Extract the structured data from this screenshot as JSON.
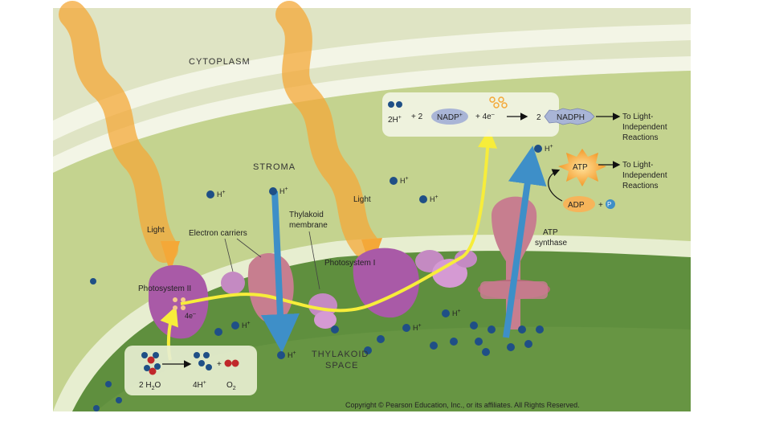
{
  "labels": {
    "cytoplasm": "CYTOPLASM",
    "stroma": "STROMA",
    "thylakoid_space_1": "THYLAKOID",
    "thylakoid_space_2": "SPACE",
    "light_left": "Light",
    "light_right": "Light",
    "electron_carriers": "Electron carriers",
    "thylakoid_membrane_1": "Thylakoid",
    "thylakoid_membrane_2": "membrane",
    "photosystem_ii": "Photosystem II",
    "photosystem_i": "Photosystem I",
    "atp_synthase_1": "ATP",
    "atp_synthase_2": "synthase",
    "to_light_indep_1a": "To Light-",
    "to_light_indep_1b": "Independent",
    "to_light_indep_1c": "Reactions",
    "to_light_indep_2a": "To Light-",
    "to_light_indep_2b": "Independent",
    "to_light_indep_2c": "Reactions",
    "copyright": "Copyright © Pearson Education, Inc., or its affiliates. All Rights Reserved."
  },
  "ions": {
    "h_plus": "H",
    "plus_sup": "+",
    "four_e": "4e",
    "minus_sup": "–"
  },
  "equation_top": {
    "left": "2H",
    "plus_two": "+ 2",
    "nadp_plus": "NADP",
    "plus_4e": "+ 4e",
    "arrow_two": "2",
    "nadph": "NADPH"
  },
  "atp_cycle": {
    "atp": "ATP",
    "adp": "ADP",
    "plus": "+",
    "p": "P"
  },
  "water_split": {
    "h2o": "2 H",
    "h2o_sub": "2",
    "h2o_o": "O",
    "four_h": "4H",
    "o2": "O",
    "o2_sub": "2",
    "plus": "+"
  },
  "colors": {
    "frame_bg": "#d9e2bb",
    "cytoplasm": "#e2e7c7",
    "stroma": "#bfd08b",
    "thylakoid": "#5f8f3e",
    "light": "#f4a838",
    "protein": "#b26bb0",
    "carrier_pink": "#c77e8f",
    "electron_path": "#f7ed3a",
    "h_ion": "#1f4f86",
    "proton_arrow": "#3e8fc8"
  }
}
